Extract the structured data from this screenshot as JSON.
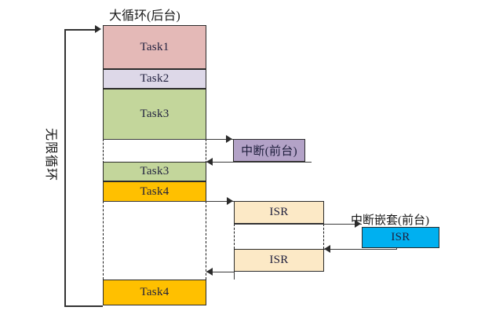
{
  "diagram": {
    "title_main": "大循环(后台)",
    "label_loop": "无限循环",
    "label_interrupt": "中断(前台)",
    "label_nested": "中断嵌套(前台)",
    "colors": {
      "task1": "#E4B9B7",
      "task2": "#DDD8E8",
      "task3": "#C3D69B",
      "task4": "#FFC000",
      "interrupt": "#B3A2C7",
      "isr": "#FCE9C6",
      "isr_nested": "#00B0F0",
      "stroke": "#2b2b2b",
      "background": "#FFFFFF"
    },
    "background_tasks": [
      {
        "name": "task1",
        "label": "Task1"
      },
      {
        "name": "task2",
        "label": "Task2"
      },
      {
        "name": "task3-first",
        "label": "Task3"
      },
      {
        "name": "task3-resumed",
        "label": "Task3"
      },
      {
        "name": "task4-first",
        "label": "Task4"
      },
      {
        "name": "task4-resumed",
        "label": "Task4"
      }
    ],
    "foreground_blocks": [
      {
        "name": "interrupt",
        "label": "中断(前台)"
      },
      {
        "name": "isr-entry",
        "label": "ISR"
      },
      {
        "name": "isr-resume",
        "label": "ISR"
      },
      {
        "name": "isr-nested",
        "label": "ISR"
      }
    ]
  }
}
